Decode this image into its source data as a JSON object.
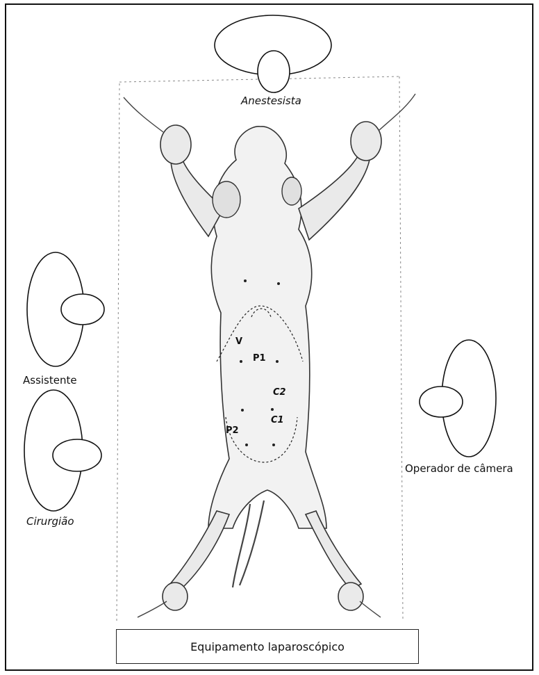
{
  "diagram": {
    "roles": {
      "anesthetist": "Anestesista",
      "assistant": "Assistente",
      "surgeon": "Cirurgião",
      "camera_operator": "Operador de câmera"
    },
    "equipment_label": "Equipamento laparoscópico",
    "port_labels": {
      "v": "V",
      "p1": "P1",
      "p2": "P2",
      "c1": "C1",
      "c2": "C2"
    }
  }
}
